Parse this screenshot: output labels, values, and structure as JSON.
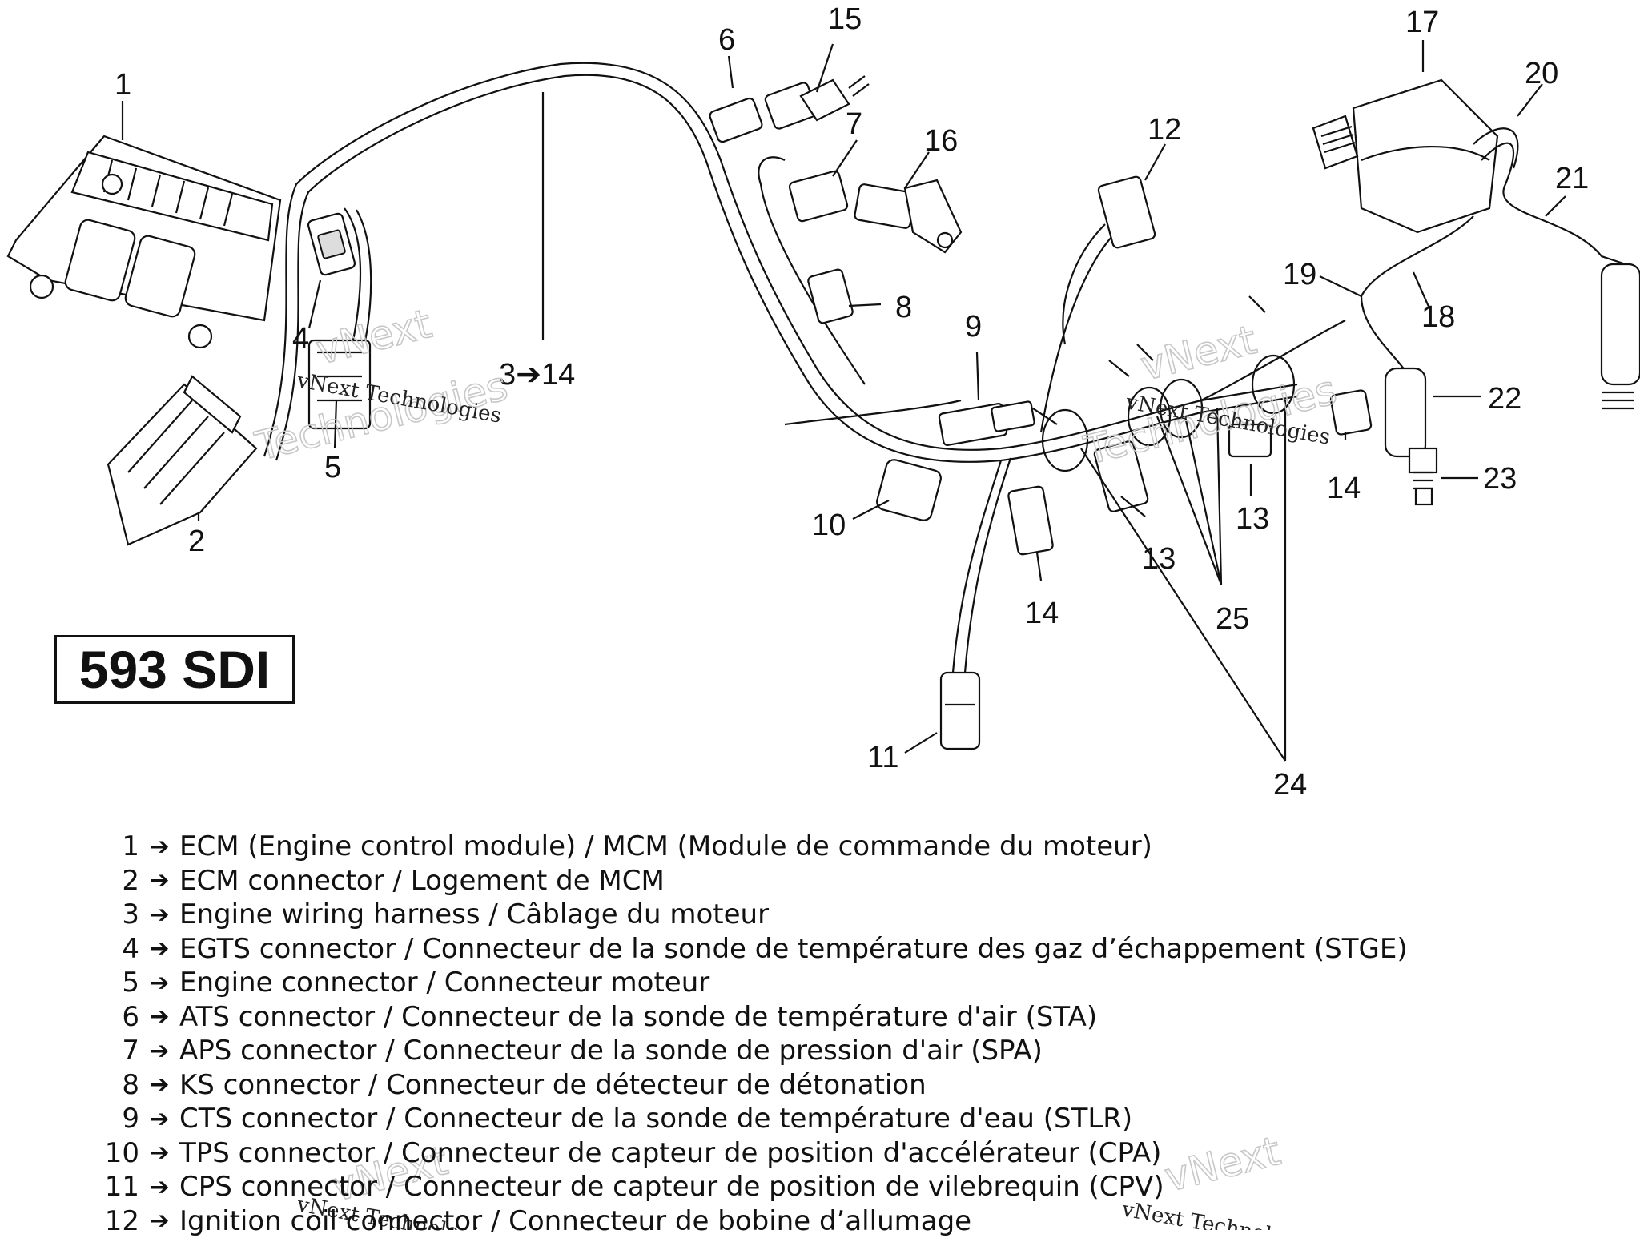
{
  "title_box": {
    "model": "593 SDI"
  },
  "callouts": [
    {
      "id": "c1",
      "label": "1"
    },
    {
      "id": "c2",
      "label": "2"
    },
    {
      "id": "c3",
      "label": "3➔14"
    },
    {
      "id": "c4",
      "label": "4"
    },
    {
      "id": "c5",
      "label": "5"
    },
    {
      "id": "c6",
      "label": "6"
    },
    {
      "id": "c7",
      "label": "7"
    },
    {
      "id": "c8",
      "label": "8"
    },
    {
      "id": "c9",
      "label": "9"
    },
    {
      "id": "c10",
      "label": "10"
    },
    {
      "id": "c11",
      "label": "11"
    },
    {
      "id": "c12",
      "label": "12"
    },
    {
      "id": "c13a",
      "label": "13"
    },
    {
      "id": "c13b",
      "label": "13"
    },
    {
      "id": "c14a",
      "label": "14"
    },
    {
      "id": "c14b",
      "label": "14"
    },
    {
      "id": "c15",
      "label": "15"
    },
    {
      "id": "c16",
      "label": "16"
    },
    {
      "id": "c17",
      "label": "17"
    },
    {
      "id": "c18",
      "label": "18"
    },
    {
      "id": "c19",
      "label": "19"
    },
    {
      "id": "c20",
      "label": "20"
    },
    {
      "id": "c21",
      "label": "21"
    },
    {
      "id": "c22",
      "label": "22"
    },
    {
      "id": "c23",
      "label": "23"
    },
    {
      "id": "c24",
      "label": "24"
    },
    {
      "id": "c25",
      "label": "25"
    }
  ],
  "watermark": {
    "line1": "vNext",
    "line2": "Technologies",
    "small": "vNext Technologies"
  },
  "legend": {
    "arrow": "➔",
    "items": [
      {
        "num": "1",
        "text": "ECM (Engine control module) / MCM (Module de commande du moteur)"
      },
      {
        "num": "2",
        "text": "ECM connector / Logement de MCM"
      },
      {
        "num": "3",
        "text": "Engine wiring harness / Câblage du moteur"
      },
      {
        "num": "4",
        "text": "EGTS connector / Connecteur de la sonde de température des gaz d’échappement (STGE)"
      },
      {
        "num": "5",
        "text": "Engine connector / Connecteur moteur"
      },
      {
        "num": "6",
        "text": "ATS connector / Connecteur de la sonde de température d'air (STA)"
      },
      {
        "num": "7",
        "text": "APS connector / Connecteur de la sonde de pression d'air (SPA)"
      },
      {
        "num": "8",
        "text": "KS connector / Connecteur de détecteur de détonation"
      },
      {
        "num": "9",
        "text": "CTS connector / Connecteur de la sonde de température d'eau (STLR)"
      },
      {
        "num": "10",
        "text": "TPS connector / Connecteur de capteur de position d'accélérateur (CPA)"
      },
      {
        "num": "11",
        "text": "CPS connector / Connecteur de capteur de position de vilebrequin (CPV)"
      },
      {
        "num": "12",
        "text": "Ignition coil connector / Connecteur de bobine d’allumage"
      }
    ]
  }
}
